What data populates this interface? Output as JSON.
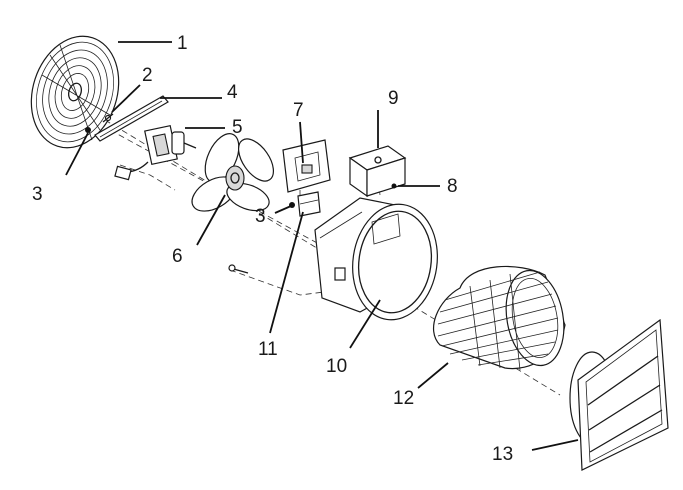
{
  "callouts": {
    "c1": "1",
    "c2": "2",
    "c3a": "3",
    "c3b": "3",
    "c4": "4",
    "c5": "5",
    "c6": "6",
    "c7": "7",
    "c8": "8",
    "c9": "9",
    "c10": "10",
    "c11": "11",
    "c12": "12",
    "c13": "13"
  }
}
